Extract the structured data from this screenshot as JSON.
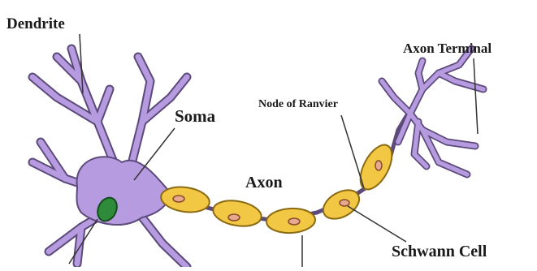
{
  "diagram": {
    "labels": {
      "dendrite": "Dendrite",
      "axon_terminal": "Axon Terminal",
      "soma": "Soma",
      "node_of_ranvier": "Node of Ranvier",
      "axon": "Axon",
      "schwann_cell": "Schwann Cell"
    },
    "colors": {
      "neuron_body": "#b79be0",
      "neuron_outline": "#5b4a7a",
      "nucleus": "#2e8b3a",
      "myelin": "#f2c744",
      "myelin_outline": "#8a6a12",
      "schwann_nucleus": "#e6a98f",
      "leader_line": "#333333"
    }
  }
}
